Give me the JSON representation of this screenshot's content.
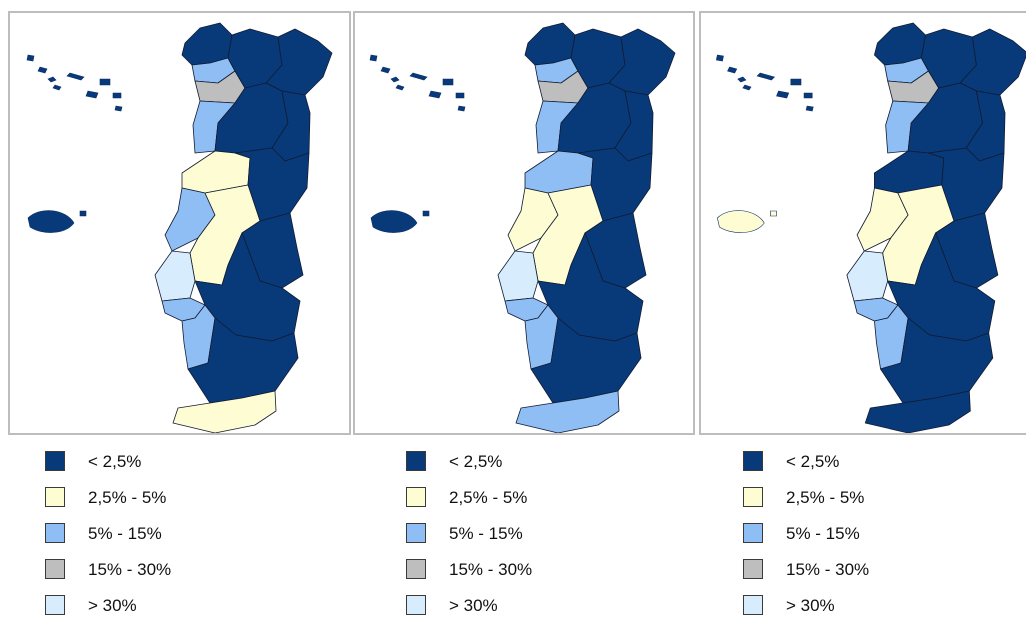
{
  "colors": {
    "lt_2_5": "#083a7a",
    "2_5_5": "#fdfcd2",
    "5_15": "#8fbef5",
    "15_30": "#bebebe",
    "gt_30": "#d7ecfc"
  },
  "legend": [
    {
      "label": "< 2,5%",
      "color": "#083a7a"
    },
    {
      "label": "2,5% - 5%",
      "color": "#fdfcd2"
    },
    {
      "label": "5% - 15%",
      "color": "#8fbef5"
    },
    {
      "label": "15% - 30%",
      "color": "#bebebe"
    },
    {
      "label": "> 30%",
      "color": "#d7ecfc"
    }
  ],
  "maps": [
    {
      "islands": {
        "azores": "lt_2_5",
        "madeira": "lt_2_5"
      },
      "regions": {
        "minho": "lt_2_5",
        "nw_coast": "5_15",
        "porto": "15_30",
        "douro_north": "lt_2_5",
        "tras_os_montes": "lt_2_5",
        "aveiro": "5_15",
        "viseu": "lt_2_5",
        "guarda": "lt_2_5",
        "coimbra": "2_5_5",
        "castelo_branco": "lt_2_5",
        "leiria": "5_15",
        "santarem": "2_5_5",
        "portalegre": "lt_2_5",
        "lisboa": "gt_30",
        "setubal": "5_15",
        "evora": "lt_2_5",
        "alentejo_litoral": "5_15",
        "beja": "lt_2_5",
        "algarve": "2_5_5"
      }
    },
    {
      "islands": {
        "azores": "lt_2_5",
        "madeira": "lt_2_5"
      },
      "regions": {
        "minho": "lt_2_5",
        "nw_coast": "5_15",
        "porto": "15_30",
        "douro_north": "lt_2_5",
        "tras_os_montes": "lt_2_5",
        "aveiro": "5_15",
        "viseu": "lt_2_5",
        "guarda": "lt_2_5",
        "coimbra": "5_15",
        "castelo_branco": "lt_2_5",
        "leiria": "2_5_5",
        "santarem": "2_5_5",
        "portalegre": "lt_2_5",
        "lisboa": "gt_30",
        "setubal": "5_15",
        "evora": "lt_2_5",
        "alentejo_litoral": "5_15",
        "beja": "lt_2_5",
        "algarve": "5_15"
      }
    },
    {
      "islands": {
        "azores": "lt_2_5",
        "madeira": "2_5_5"
      },
      "regions": {
        "minho": "lt_2_5",
        "nw_coast": "5_15",
        "porto": "15_30",
        "douro_north": "lt_2_5",
        "tras_os_montes": "lt_2_5",
        "aveiro": "5_15",
        "viseu": "lt_2_5",
        "guarda": "lt_2_5",
        "coimbra": "lt_2_5",
        "castelo_branco": "lt_2_5",
        "leiria": "2_5_5",
        "santarem": "2_5_5",
        "portalegre": "lt_2_5",
        "lisboa": "gt_30",
        "setubal": "5_15",
        "evora": "lt_2_5",
        "alentejo_litoral": "5_15",
        "beja": "lt_2_5",
        "algarve": "lt_2_5"
      }
    }
  ]
}
